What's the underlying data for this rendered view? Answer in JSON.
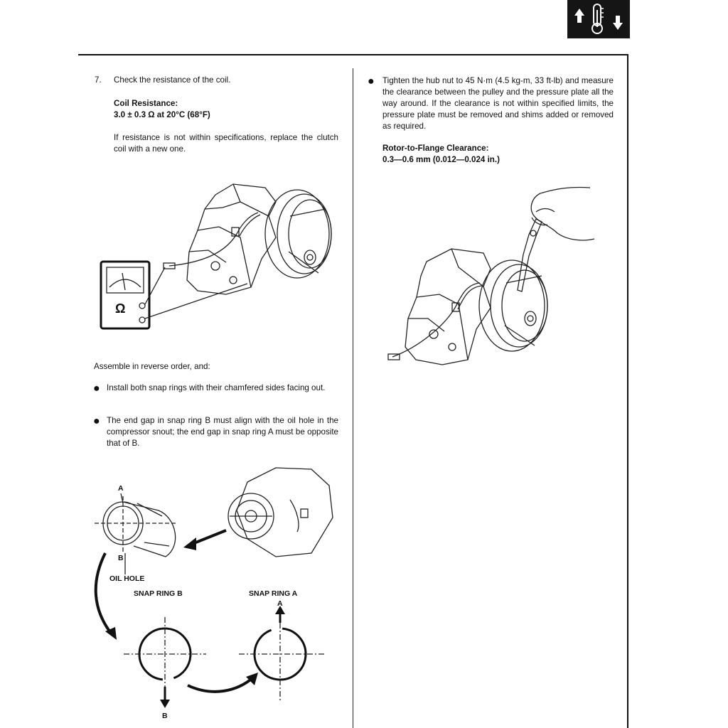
{
  "header": {
    "icon": "thermometer-updown-icon",
    "colors": {
      "ink": "#111111",
      "badge": "#151515"
    }
  },
  "left": {
    "step_number": "7.",
    "step_text": "Check the resistance of the coil.",
    "spec_title": "Coil Resistance:",
    "spec_value": "3.0 ± 0.3 Ω at 20°C (68°F)",
    "note": "If resistance is not within specifications, replace the clutch coil with a new one.",
    "meter_symbol": "Ω",
    "assemble_intro": "Assemble in reverse order, and:",
    "bullets": [
      "Install both snap rings with their chamfered sides facing out.",
      "The end gap in snap ring B must align with the oil hole in the compressor snout; the end gap in snap ring A must be opposite that of B."
    ],
    "figure_labels": {
      "a_top": "A",
      "b_top": "B",
      "oil_hole": "OIL HOLE",
      "snap_ring_b": "SNAP RING B",
      "snap_ring_a": "SNAP RING A",
      "ring_a_mark": "A",
      "ring_b_mark": "B"
    }
  },
  "right": {
    "bullet": "Tighten the hub nut to 45 N·m (4.5 kg-m, 33 ft-lb) and measure the clearance between the pulley and the pressure plate all the way around. If the clearance is not within specified limits, the pressure plate must be removed and shims added or removed as required.",
    "spec_title": "Rotor-to-Flange Clearance:",
    "spec_value": "0.3—0.6 mm (0.012—0.024 in.)"
  }
}
